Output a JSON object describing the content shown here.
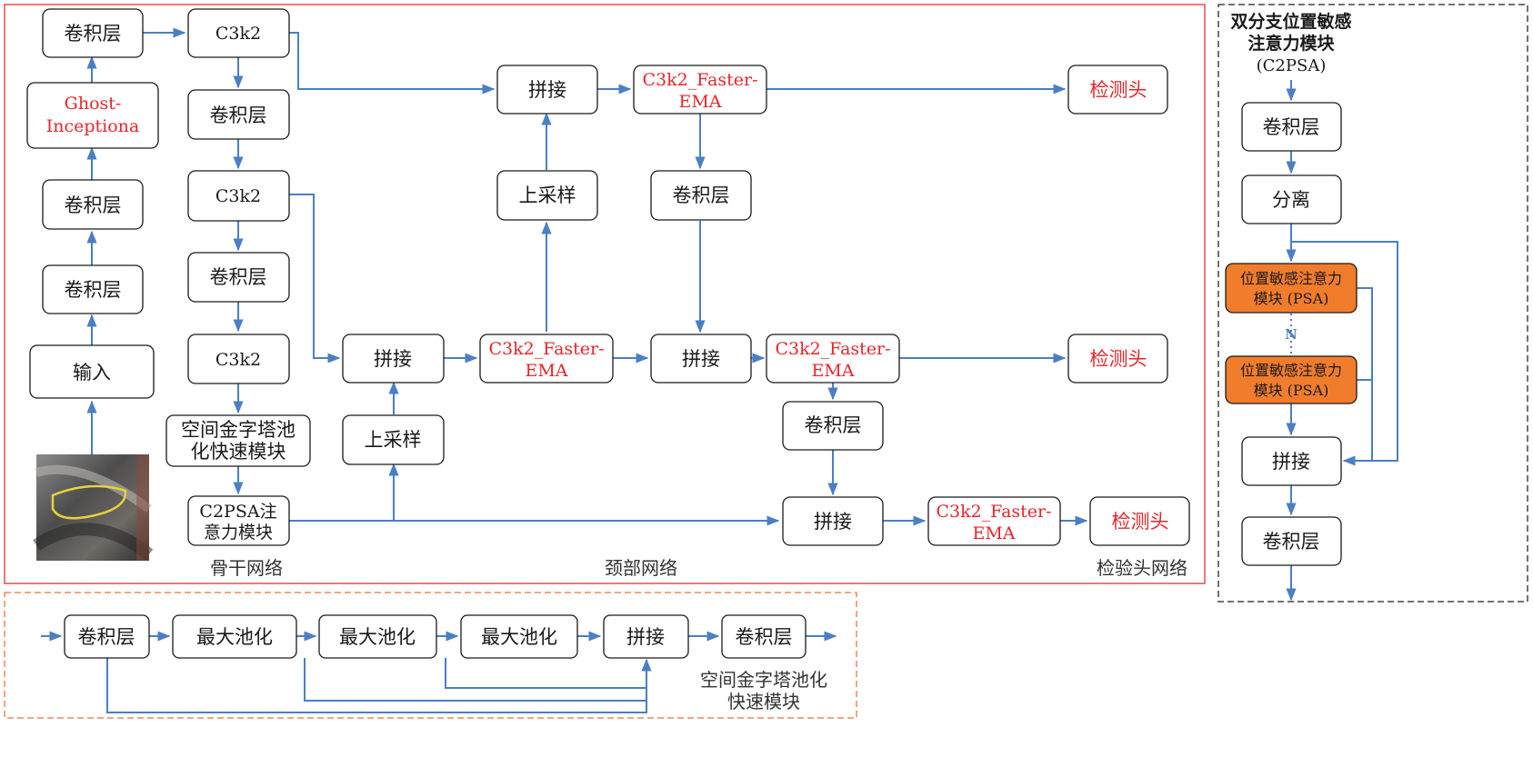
{
  "colors": {
    "box_stroke": "#1a1a1a",
    "arrow": "#4a7fc4",
    "red_text": "#e8252a",
    "red_frame": "#e05050",
    "orange_frame": "#e88a5a",
    "psa_fill": "#f07c2c",
    "dark_frame": "#444444"
  },
  "image": {
    "icon": "inspection-photo",
    "description": "pipe weld photo with highlighted region"
  },
  "backbone": {
    "conv1": "卷积层",
    "ghost_line1": "Ghost-",
    "ghost_line2": "Inceptiona",
    "conv2": "卷积层",
    "conv3": "卷积层",
    "input": "输入",
    "c3k2_1": "C3k2",
    "conv4": "卷积层",
    "c3k2_2": "C3k2",
    "conv5": "卷积层",
    "c3k2_3": "C3k2",
    "sppf_line1": "空间金字塔池",
    "sppf_line2": "化快速模块",
    "c2psa_line1": "C2PSA注",
    "c2psa_line2": "意力模块",
    "label": "骨干网络"
  },
  "neck": {
    "concat_top": "拼接",
    "upsample_top": "上采样",
    "concat_mid": "拼接",
    "upsample_mid": "上采样",
    "cfe_mid_line1": "C3k2_Faster-",
    "cfe_mid_line2": "EMA",
    "cfe_top_line1": "C3k2_Faster-",
    "cfe_top_line2": "EMA",
    "conv_neck1": "卷积层",
    "concat_mid2": "拼接",
    "cfe_mid2_line1": "C3k2_Faster-",
    "cfe_mid2_line2": "EMA",
    "conv_neck2": "卷积层",
    "concat_bot": "拼接",
    "cfe_bot_line1": "C3k2_Faster-",
    "cfe_bot_line2": "EMA",
    "label": "颈部网络"
  },
  "head": {
    "det1": "检测头",
    "det2": "检测头",
    "det3": "检测头",
    "label": "检验头网络"
  },
  "c2psa_detail": {
    "title_line1": "双分支位置敏感",
    "title_line2": "注意力模块",
    "title_line3": "(C2PSA)",
    "conv1": "卷积层",
    "split": "分离",
    "psa1_line1": "位置敏感注意力",
    "psa1_line2": "模块 (PSA)",
    "n_label": "N",
    "psa2_line1": "位置敏感注意力",
    "psa2_line2": "模块 (PSA)",
    "concat": "拼接",
    "conv2": "卷积层"
  },
  "sppf_detail": {
    "conv1": "卷积层",
    "pool1": "最大池化",
    "pool2": "最大池化",
    "pool3": "最大池化",
    "concat": "拼接",
    "conv2": "卷积层",
    "label_line1": "空间金字塔池化",
    "label_line2": "快速模块"
  }
}
